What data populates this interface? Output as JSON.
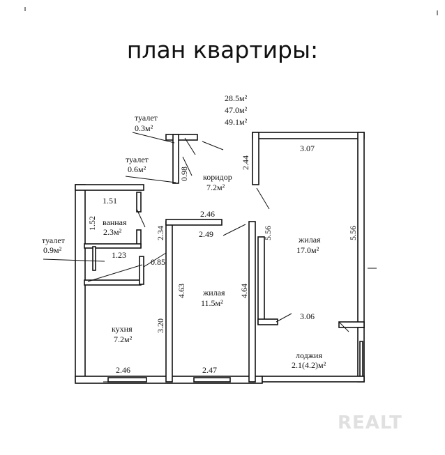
{
  "title": "план квартиры:",
  "areas": {
    "total_living": "28.5м²",
    "total": "47.0м²",
    "total_with_loggia": "49.1м²"
  },
  "rooms": {
    "toilet_small": {
      "name": "туалет",
      "area": "0.3м²"
    },
    "toilet_mid": {
      "name": "туалет",
      "area": "0.6м²"
    },
    "corridor": {
      "name": "коридор",
      "area": "7.2м²"
    },
    "bathroom": {
      "name": "ванная",
      "area": "2.3м²"
    },
    "toilet_left": {
      "name": "туалет",
      "area": "0.9м²"
    },
    "kitchen": {
      "name": "кухня",
      "area": "7.2м²"
    },
    "living_mid": {
      "name": "жилая",
      "area": "11.5м²"
    },
    "living_big": {
      "name": "жилая",
      "area": "17.0м²"
    },
    "loggia": {
      "name": "лоджия",
      "area": "2.1(4.2)м²"
    }
  },
  "dimensions": {
    "d307": "3.07",
    "d244": "2.44",
    "d098": "0.98",
    "d151": "1.51",
    "d152": "1.52",
    "d246_top": "2.46",
    "d249": "2.49",
    "d234": "2.34",
    "d123": "1.23",
    "d085": "0.85",
    "d556_left": "5.56",
    "d556_right": "5.56",
    "d463": "4.63",
    "d464": "4.64",
    "d320": "3.20",
    "d306": "3.06",
    "d246_bottom": "2.46",
    "d247": "2.47"
  },
  "watermark": "REALT"
}
